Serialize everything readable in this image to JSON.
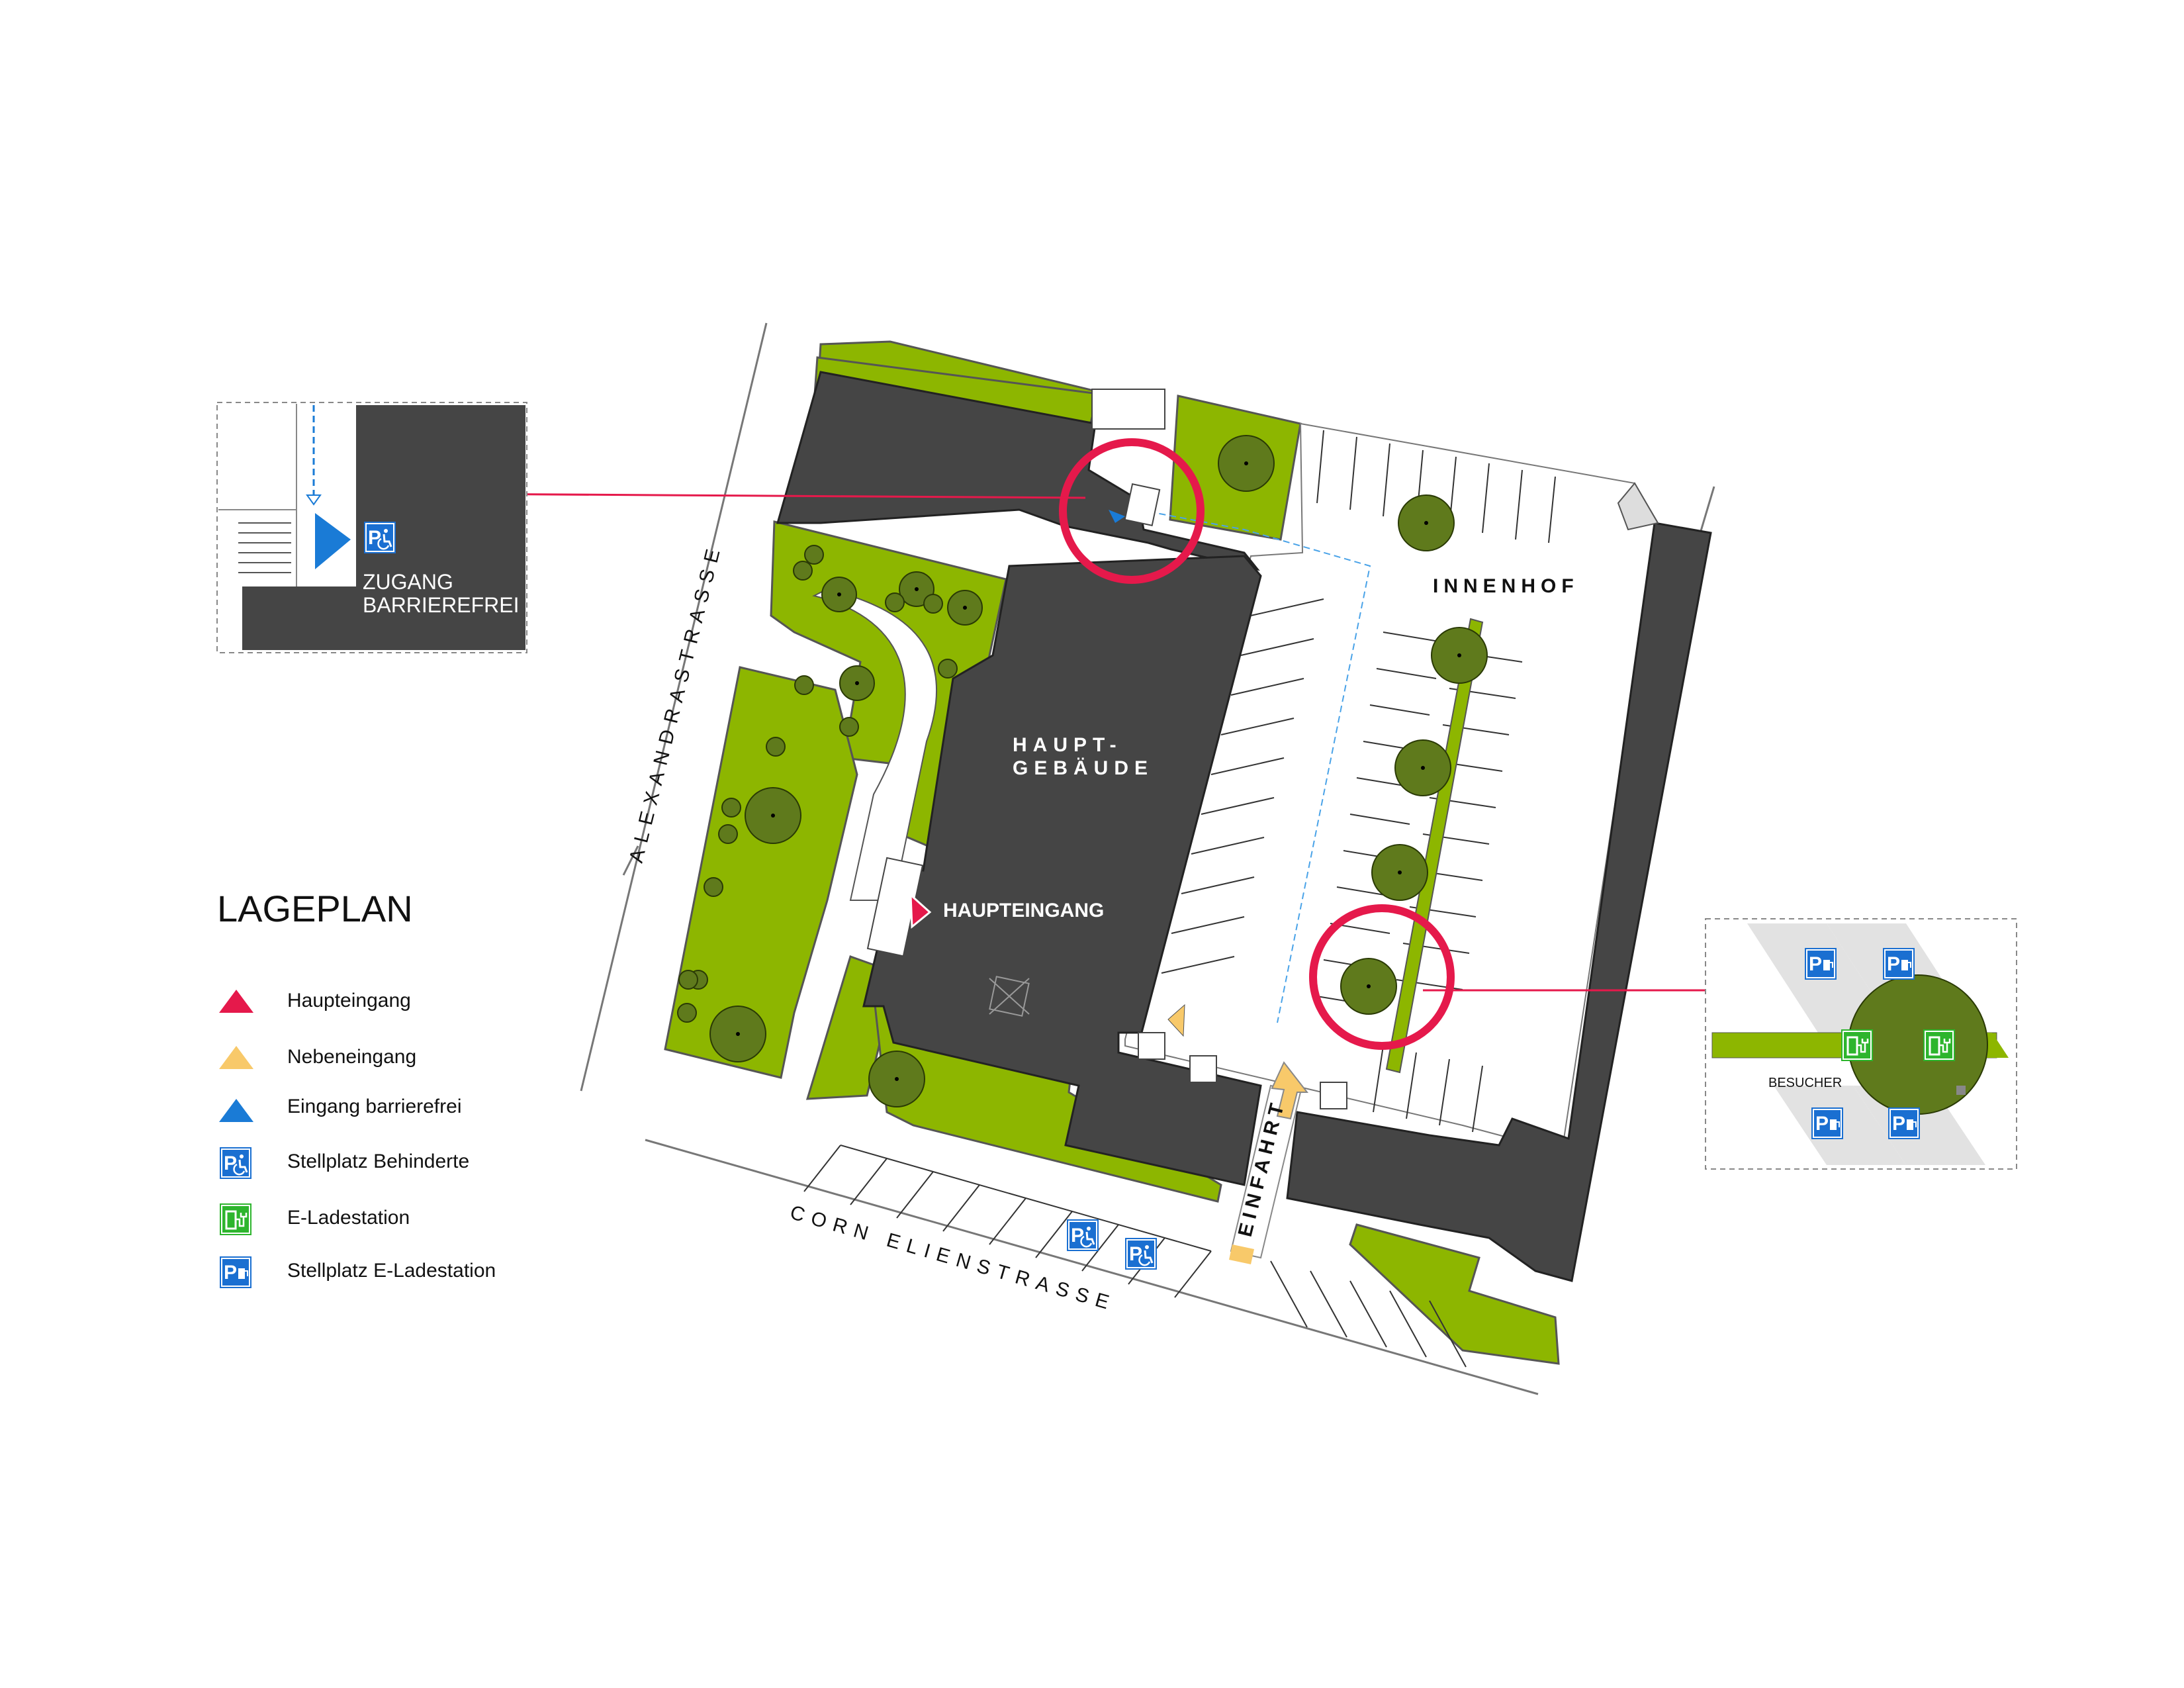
{
  "title": "LAGEPLAN",
  "labels": {
    "street_west": "ALEXANDRASTRASSE",
    "street_south": "CORN ELIENSTRASSE",
    "building_line1": "HAUPT-",
    "building_line2": "GEBÄUDE",
    "courtyard": "INNENHOF",
    "main_entrance": "HAUPTEINGANG",
    "driveway": "EINFAHRT"
  },
  "inset_accessible": {
    "line1": "ZUGANG",
    "line2": "BARRIEREFREI"
  },
  "inset_charging": {
    "visitor_label": "BESUCHER"
  },
  "legend": [
    {
      "label": "Haupteingang",
      "icon": "red-triangle-icon"
    },
    {
      "label": "Nebeneingang",
      "icon": "yellow-triangle-icon"
    },
    {
      "label": "Eingang barrierefrei",
      "icon": "blue-triangle-icon"
    },
    {
      "label": "Stellplatz Behinderte",
      "icon": "disabled-parking-icon"
    },
    {
      "label": "E-Ladestation",
      "icon": "ev-charger-icon"
    },
    {
      "label": "Stellplatz E-Ladestation",
      "icon": "ev-parking-icon"
    }
  ],
  "colors": {
    "building": "#454545",
    "green": "#8db600",
    "tree": "#5f7a1c",
    "highlight": "#e5194b",
    "main_entrance": "#e5194b",
    "side_entrance": "#f8c96a",
    "accessible_entrance": "#1a7bd6",
    "parking_blue": "#1a6fd1",
    "charger_green": "#2db52d"
  }
}
